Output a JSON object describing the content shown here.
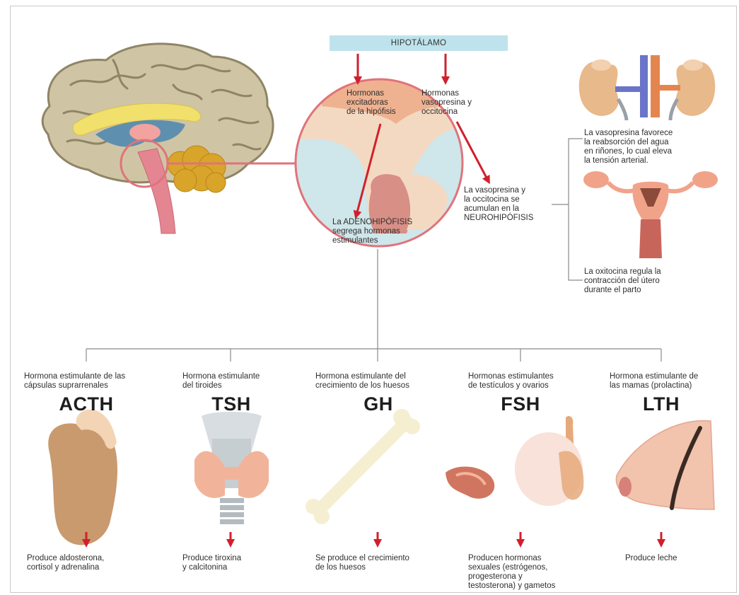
{
  "header": {
    "title": "HIPOTÁLAMO"
  },
  "hypothalamus_outputs": {
    "excitatory": "Hormonas\nexcitadoras\nde la hipófisis",
    "vasopressin": "Hormonas\nvasopresina y\noccitocina"
  },
  "pituitary": {
    "adeno": "La ADENOHIPÓFISIS\nsegrega hormonas\nestimulantes",
    "neuro": "La vasopresina y\nla occitocina se\nacumulan en la\nNEUROHIPÓFISIS"
  },
  "side_notes": {
    "kidney": "La vasopresina favorece\nla reabsorción del agua\nen riñones, lo cual eleva\nla tensión arterial.",
    "uterus": "La oxitocina regula la\ncontracción del útero\ndurante el parto"
  },
  "hormones": [
    {
      "description": "Hormona estimulante de las\ncápsulas suprarrenales",
      "acronym": "ACTH",
      "effect": "Produce aldosterona,\ncortisol y adrenalina",
      "icon": "adrenal-gland-icon"
    },
    {
      "description": "Hormona estimulante\ndel tiroides",
      "acronym": "TSH",
      "effect": "Produce tiroxina\ny calcitonina",
      "icon": "thyroid-icon"
    },
    {
      "description": "Hormona estimulante del\ncrecimiento de los huesos",
      "acronym": "GH",
      "effect": "Se produce el crecimiento\nde los huesos",
      "icon": "bone-icon"
    },
    {
      "description": "Hormonas estimulantes\nde testículos y ovarios",
      "acronym": "FSH",
      "effect": "Producen hormonas\nsexuales (estrógenos,\nprogesterona y\ntestosterona) y gametos",
      "icon": "gonads-icon"
    },
    {
      "description": "Hormona estimulante de\nlas mamas (prolactina)",
      "acronym": "LTH",
      "effect": "Produce leche",
      "icon": "breast-icon"
    }
  ],
  "colors": {
    "arrow": "#d0202c",
    "hypothalamus_box": "#bfe3ec",
    "circle_border": "#e0737a",
    "brain": "#cfc5a4",
    "connector": "#8a8a8a"
  }
}
